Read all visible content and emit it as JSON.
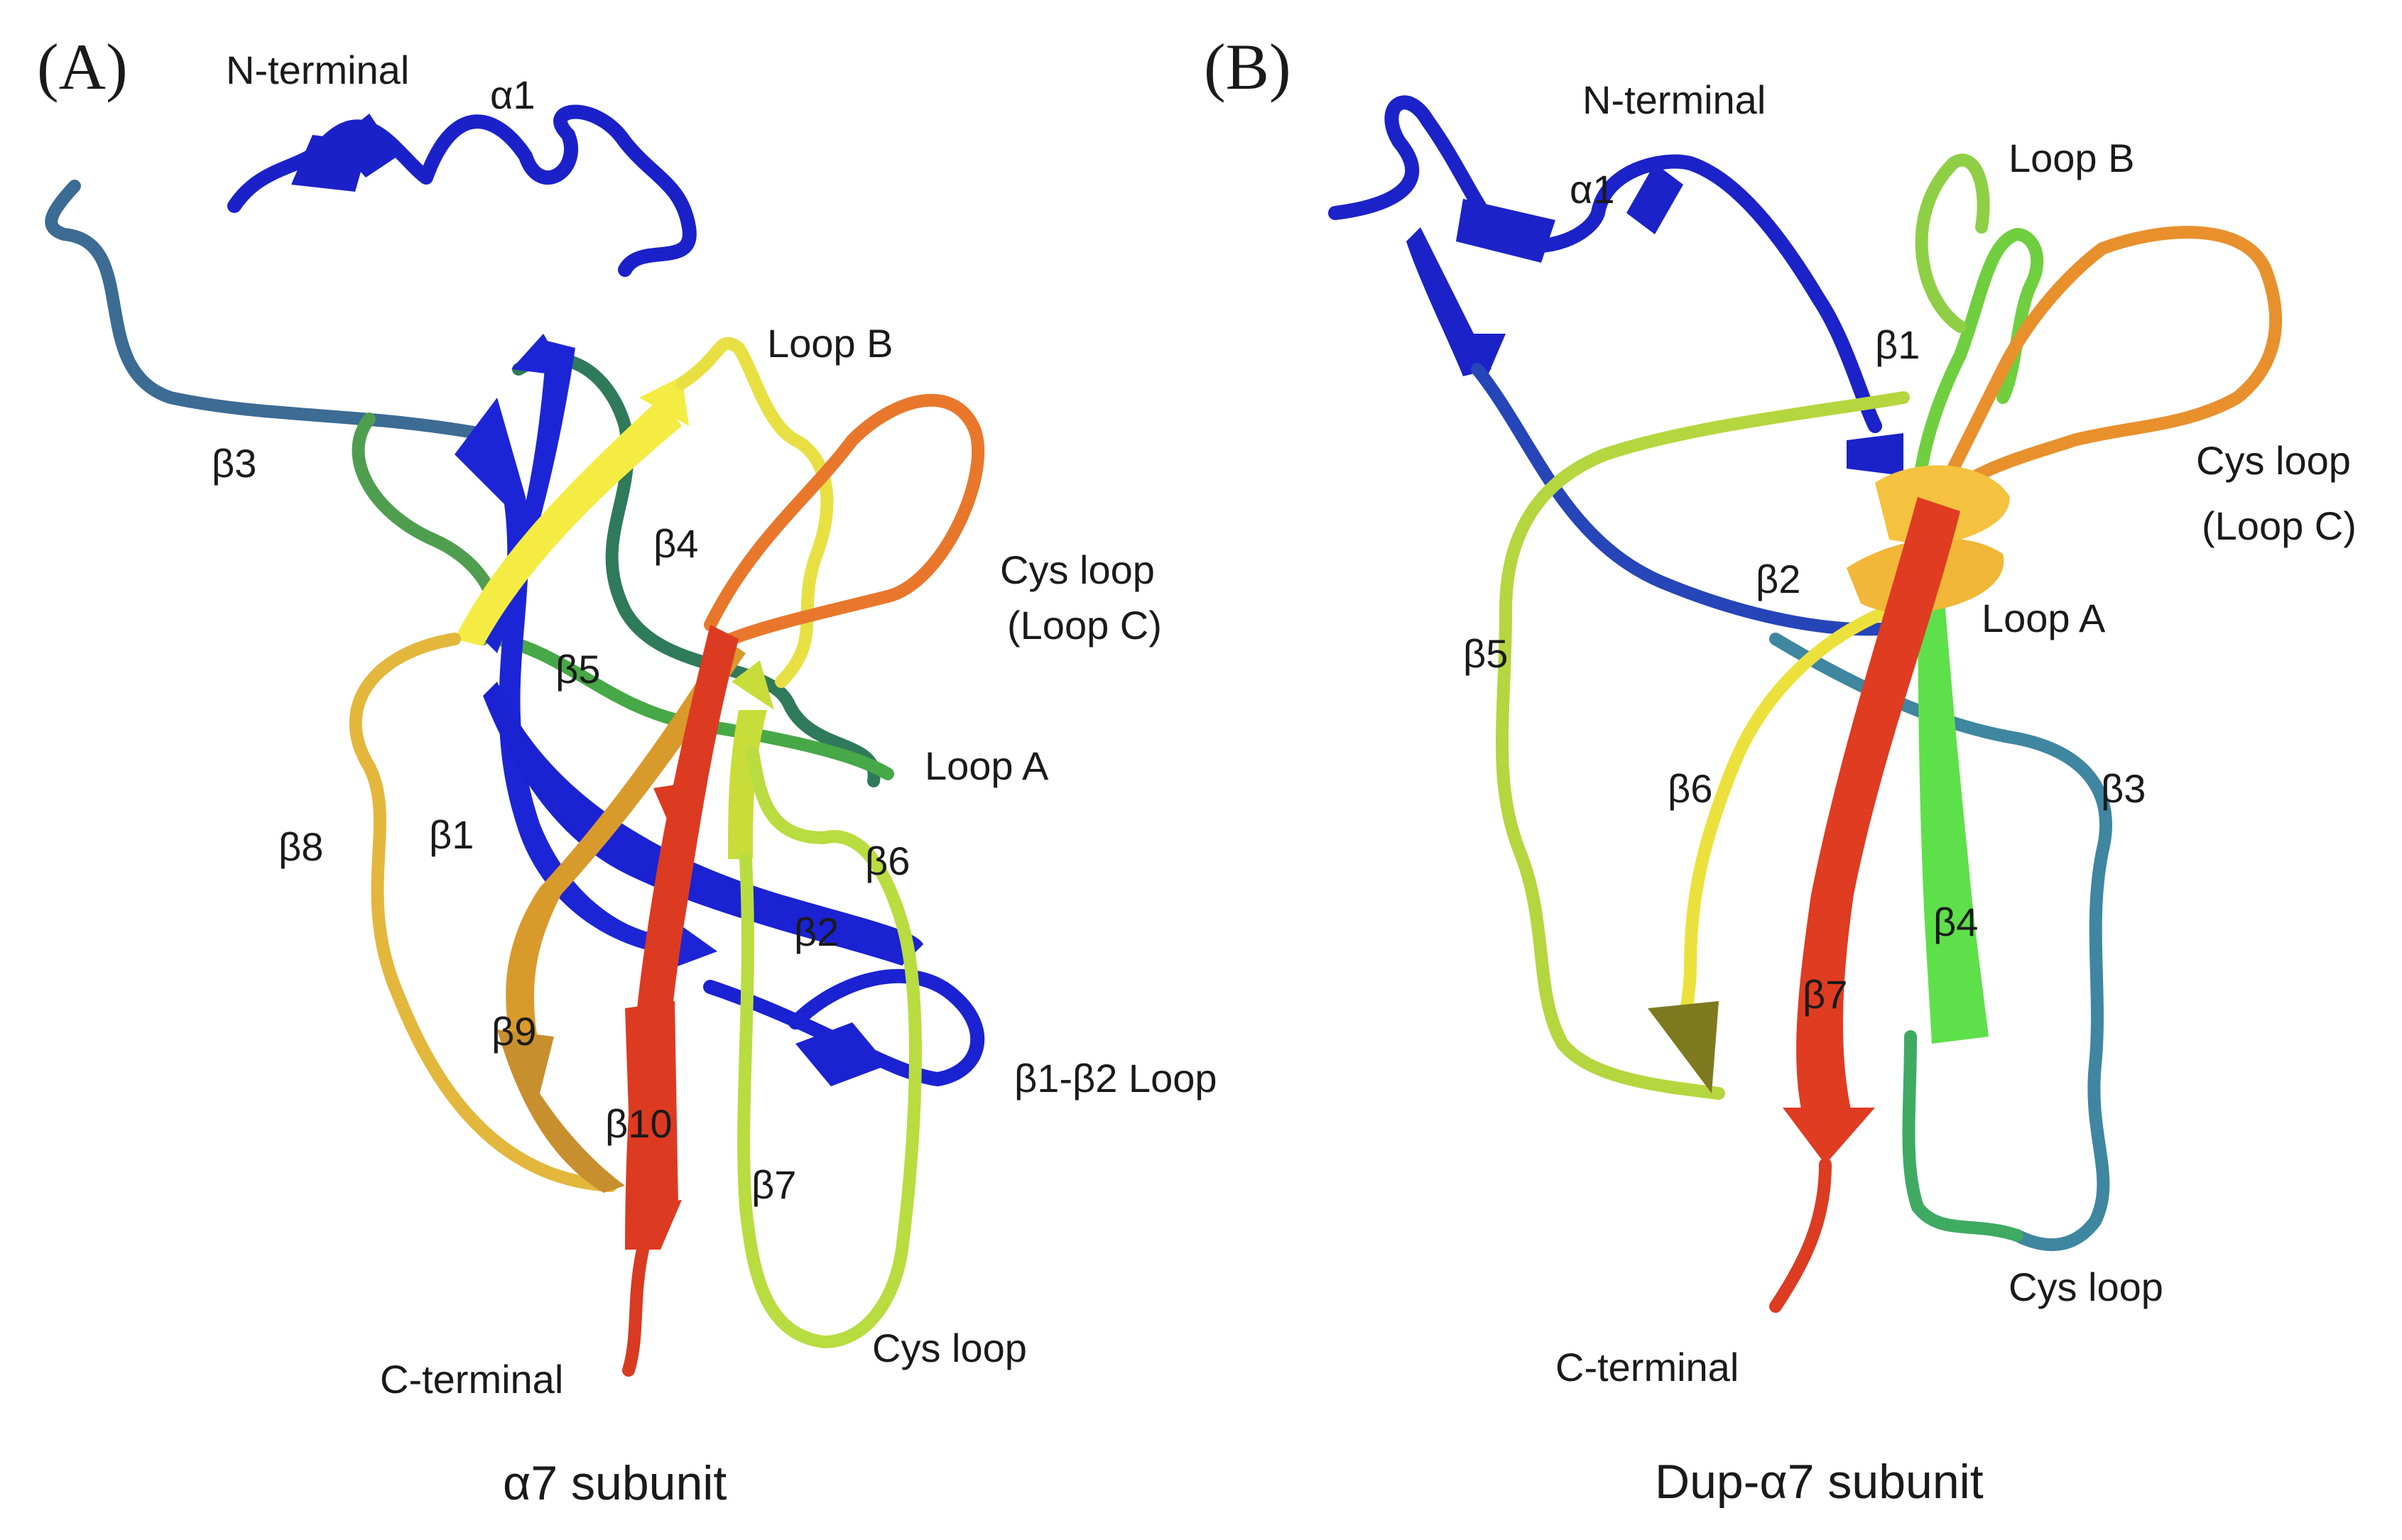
{
  "panel_a": {
    "letter": "(A)",
    "caption": "α7 subunit",
    "labels": {
      "n_terminal": "N-terminal",
      "alpha1": "α1",
      "loop_b": "Loop B",
      "beta3": "β3",
      "beta4": "β4",
      "cys_loop_c": "Cys loop",
      "loop_c": "(Loop C)",
      "beta5": "β5",
      "loop_a": "Loop A",
      "beta8": "β8",
      "beta1": "β1",
      "beta6": "β6",
      "beta2": "β2",
      "beta9": "β9",
      "beta1_beta2_loop": "β1-β2 Loop",
      "beta10": "β10",
      "beta7": "β7",
      "cys_loop": "Cys loop",
      "c_terminal": "C-terminal"
    }
  },
  "panel_b": {
    "letter": "(B)",
    "caption": "Dup-α7 subunit",
    "labels": {
      "n_terminal": "N-terminal",
      "alpha1": "α1",
      "loop_b": "Loop B",
      "beta1": "β1",
      "cys_loop_c": "Cys loop",
      "loop_c": "(Loop C)",
      "beta2": "β2",
      "loop_a": "Loop A",
      "beta5": "β5",
      "beta6": "β6",
      "beta3": "β3",
      "beta4": "β4",
      "beta7": "β7",
      "cys_loop": "Cys loop",
      "c_terminal": "C-terminal"
    }
  },
  "colors": {
    "blue": "#1a1fd0",
    "steel_blue": "#3a6f98",
    "teal_green": "#2f7f58",
    "green": "#4cc64c",
    "yellow_green": "#b9df3a",
    "yellow": "#f2ec3a",
    "gold": "#e8b53a",
    "orange": "#e9772a",
    "red": "#dc3a22"
  }
}
